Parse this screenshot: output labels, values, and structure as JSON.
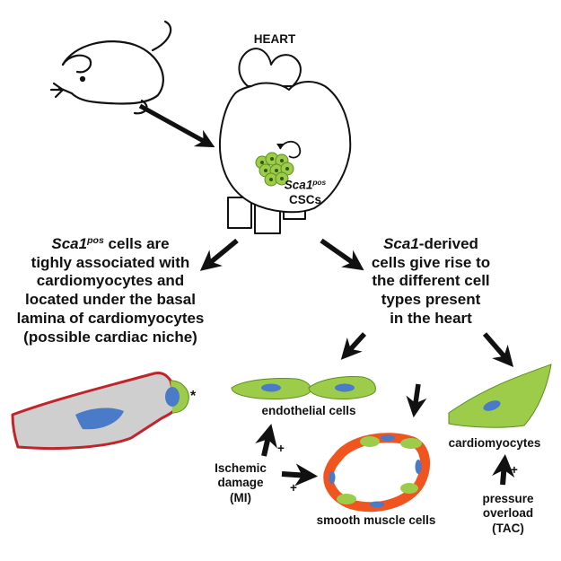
{
  "heart": {
    "title": "HEART",
    "csc_gene": "Sca1",
    "csc_sup": "pos",
    "csc_label": "CSCs"
  },
  "left_text": {
    "gene": "Sca1",
    "sup": "pos",
    "line1_rest": " cells are",
    "line2": "tighly associated with",
    "line3": "cardiomyocytes and",
    "line4": "located under the basal",
    "line5": "lamina of cardiomyocytes",
    "line6": "(possible cardiac niche)"
  },
  "right_text": {
    "gene": "Sca1",
    "line1_rest": "-derived",
    "line2": "cells give rise to",
    "line3": "the different cell",
    "line4": "types present",
    "line5": "in the heart"
  },
  "asterisk": "*",
  "labels": {
    "endothelial": "endothelial cells",
    "cardiomyocytes": "cardiomyocytes",
    "smooth_muscle": "smooth muscle cells"
  },
  "stimuli": {
    "ischemic": [
      "Ischemic",
      "damage",
      "(MI)"
    ],
    "pressure": [
      "pressure",
      "overload",
      "(TAC)"
    ],
    "plus": "+"
  },
  "colors": {
    "cell_green": "#9ccc49",
    "nucleus_blue": "#4a7bc8",
    "cell_gray": "#cfcfcf",
    "border_red": "#c0252b",
    "smooth_orange": "#f0541f"
  }
}
